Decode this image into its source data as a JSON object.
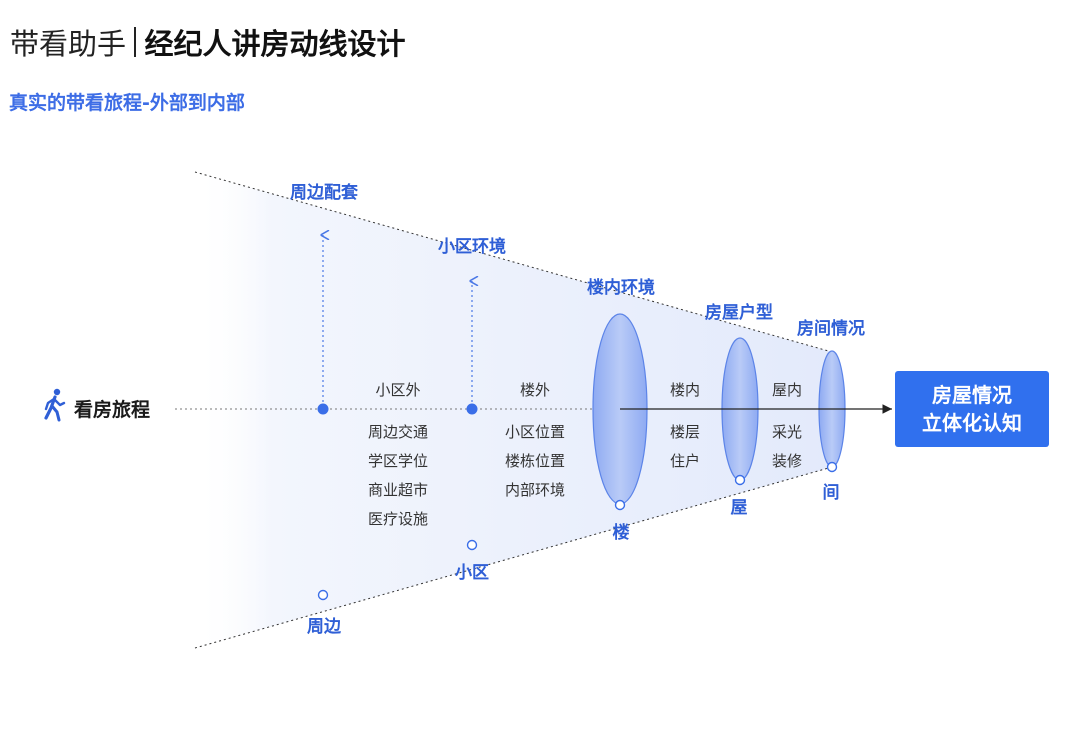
{
  "header": {
    "title_light": "带看助手",
    "title_bold": "经纪人讲房动线设计",
    "subtitle": "真实的带看旅程-外部到内部"
  },
  "journey": {
    "label": "看房旅程",
    "icon": "walking-person-icon"
  },
  "top_labels": [
    "周边配套",
    "小区环境",
    "楼内环境",
    "房屋户型",
    "房间情况"
  ],
  "bottom_labels": [
    "周边",
    "小区",
    "楼",
    "屋",
    "间"
  ],
  "stages": [
    {
      "head": "小区外",
      "items": [
        "周边交通",
        "学区学位",
        "商业超市",
        "医疗设施"
      ]
    },
    {
      "head": "楼外",
      "items": [
        "小区位置",
        "楼栋位置",
        "内部环境"
      ]
    },
    {
      "head": "楼内",
      "items": [
        "楼层",
        "住户"
      ]
    },
    {
      "head": "屋内",
      "items": [
        "采光",
        "装修"
      ]
    }
  ],
  "result": {
    "line1": "房屋情况",
    "line2": "立体化认知"
  },
  "colors": {
    "accent": "#3070ee",
    "label_blue": "#2f5fd6",
    "funnel_fill": "#eef2fb",
    "ellipse_fill": "#a9bff4",
    "ellipse_stroke": "#5c84e8"
  }
}
